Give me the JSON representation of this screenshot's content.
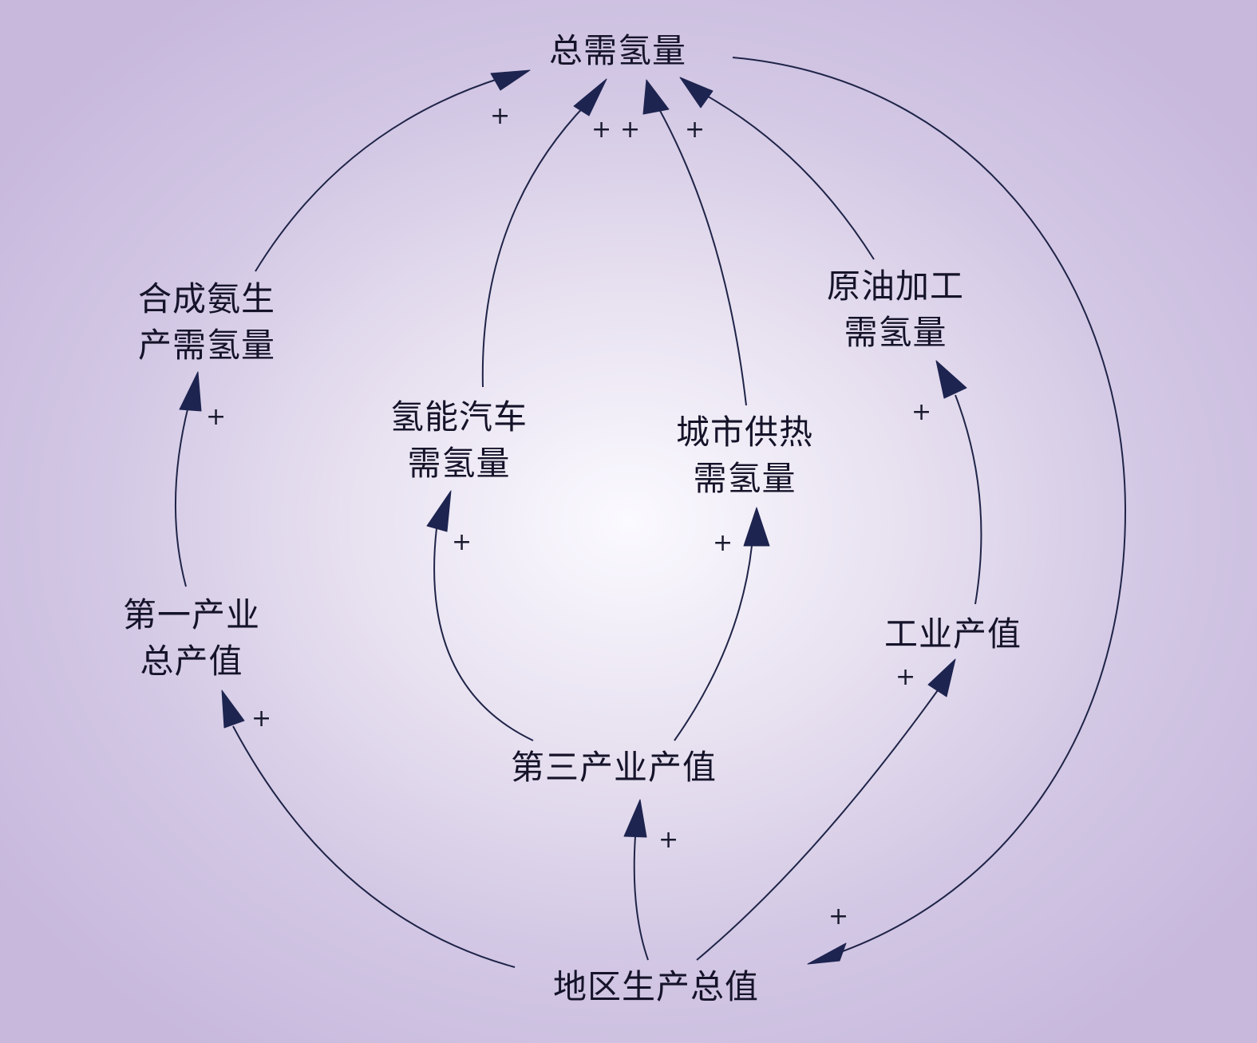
{
  "nodes": {
    "total": {
      "lines": [
        "总需氢量"
      ]
    },
    "ammonia": {
      "lines": [
        "合成氨生",
        "产需氢量"
      ]
    },
    "vehicle": {
      "lines": [
        "氢能汽车",
        "需氢量"
      ]
    },
    "heating": {
      "lines": [
        "城市供热",
        "需氢量"
      ]
    },
    "crude": {
      "lines": [
        "原油加工",
        "需氢量"
      ]
    },
    "primary": {
      "lines": [
        "第一产业",
        "总产值"
      ]
    },
    "industry": {
      "lines": [
        "工业产值"
      ]
    },
    "tertiary": {
      "lines": [
        "第三产业产值"
      ]
    },
    "gdp": {
      "lines": [
        "地区生产总值"
      ]
    }
  },
  "edges": [
    {
      "id": "ammonia-to-total",
      "from": "合成氨生产需氢量",
      "to": "总需氢量",
      "polarity": "+"
    },
    {
      "id": "vehicle-to-total",
      "from": "氢能汽车需氢量",
      "to": "总需氢量",
      "polarity": "+"
    },
    {
      "id": "heating-to-total",
      "from": "城市供热需氢量",
      "to": "总需氢量",
      "polarity": "+"
    },
    {
      "id": "crude-to-total",
      "from": "原油加工需氢量",
      "to": "总需氢量",
      "polarity": "+"
    },
    {
      "id": "primary-to-ammonia",
      "from": "第一产业总产值",
      "to": "合成氨生产需氢量",
      "polarity": "+"
    },
    {
      "id": "tertiary-to-vehicle",
      "from": "第三产业产值",
      "to": "氢能汽车需氢量",
      "polarity": "+"
    },
    {
      "id": "tertiary-to-heating",
      "from": "第三产业产值",
      "to": "城市供热需氢量",
      "polarity": "+"
    },
    {
      "id": "industry-to-crude",
      "from": "工业产值",
      "to": "原油加工需氢量",
      "polarity": "+"
    },
    {
      "id": "gdp-to-primary",
      "from": "地区生产总值",
      "to": "第一产业总产值",
      "polarity": "+"
    },
    {
      "id": "gdp-to-tertiary",
      "from": "地区生产总值",
      "to": "第三产业产值",
      "polarity": "+"
    },
    {
      "id": "gdp-to-industry",
      "from": "地区生产总值",
      "to": "工业产值",
      "polarity": "+"
    },
    {
      "id": "total-to-gdp",
      "from": "总需氢量",
      "to": "地区生产总值",
      "polarity": "+"
    }
  ],
  "colors": {
    "edge": "#1f2448",
    "arrowhead": "#1e2450",
    "text": "#151329"
  }
}
